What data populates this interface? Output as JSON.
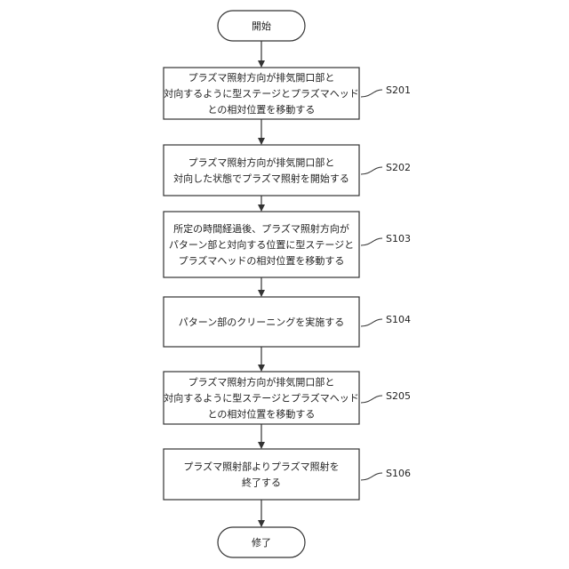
{
  "start": {
    "label": "開始"
  },
  "end": {
    "label": "修了"
  },
  "steps": [
    {
      "id": "S201",
      "lines": [
        "プラズマ照射方向が排気開口部と",
        "対向するように型ステージとプラズマヘッド",
        "との相対位置を移動する"
      ]
    },
    {
      "id": "S202",
      "lines": [
        "プラズマ照射方向が排気開口部と",
        "対向した状態でプラズマ照射を開始する"
      ]
    },
    {
      "id": "S103",
      "lines": [
        "所定の時間経過後、プラズマ照射方向が",
        "パターン部と対向する位置に型ステージと",
        "プラズマヘッドの相対位置を移動する"
      ]
    },
    {
      "id": "S104",
      "lines": [
        "パターン部のクリーニングを実施する"
      ]
    },
    {
      "id": "S205",
      "lines": [
        "プラズマ照射方向が排気開口部と",
        "対向するように型ステージとプラズマヘッド",
        "との相対位置を移動する"
      ]
    },
    {
      "id": "S106",
      "lines": [
        "プラズマ照射部よりプラズマ照射を",
        "終了する"
      ]
    }
  ]
}
